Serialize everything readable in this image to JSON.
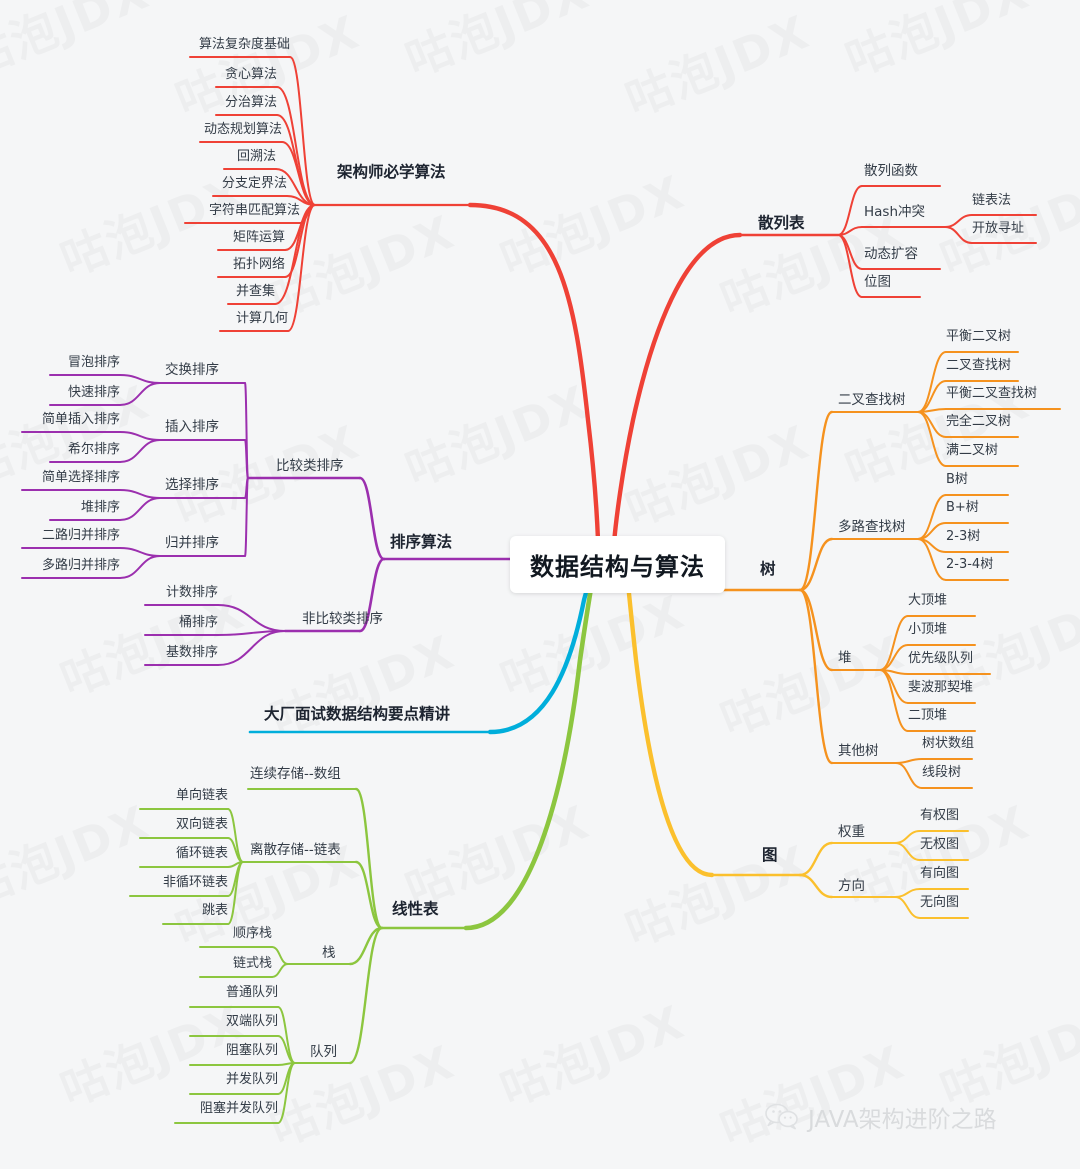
{
  "title": "数据结构与算法",
  "watermark_text": "咕泡JDX",
  "footer": {
    "brand": "JAVA架构进阶之路",
    "icon": "wechat-icon"
  },
  "colors": {
    "red": "#EF4136",
    "purple": "#9B2FAE",
    "cyan": "#00AEDB",
    "green": "#8CC63F",
    "yellow": "#FBC02D",
    "orange": "#F5921E",
    "text": "#333c47",
    "background": "#f5f6f7"
  },
  "branches": [
    {
      "id": "architect-algorithms",
      "label": "架构师必学算法",
      "color": "#EF4136",
      "children": [
        {
          "label": "算法复杂度基础"
        },
        {
          "label": "贪心算法"
        },
        {
          "label": "分治算法"
        },
        {
          "label": "动态规划算法"
        },
        {
          "label": "回溯法"
        },
        {
          "label": "分支定界法"
        },
        {
          "label": "字符串匹配算法"
        },
        {
          "label": "矩阵运算"
        },
        {
          "label": "拓扑网络"
        },
        {
          "label": "并查集"
        },
        {
          "label": "计算几何"
        }
      ]
    },
    {
      "id": "sorting-algorithms",
      "label": "排序算法",
      "color": "#9B2FAE",
      "children": [
        {
          "label": "比较类排序",
          "children": [
            {
              "label": "交换排序",
              "children": [
                {
                  "label": "冒泡排序"
                },
                {
                  "label": "快速排序"
                }
              ]
            },
            {
              "label": "插入排序",
              "children": [
                {
                  "label": "简单插入排序"
                },
                {
                  "label": "希尔排序"
                }
              ]
            },
            {
              "label": "选择排序",
              "children": [
                {
                  "label": "简单选择排序"
                },
                {
                  "label": "堆排序"
                }
              ]
            },
            {
              "label": "归并排序",
              "children": [
                {
                  "label": "二路归并排序"
                },
                {
                  "label": "多路归并排序"
                }
              ]
            }
          ]
        },
        {
          "label": "非比较类排序",
          "children": [
            {
              "label": "计数排序"
            },
            {
              "label": "桶排序"
            },
            {
              "label": "基数排序"
            }
          ]
        }
      ]
    },
    {
      "id": "interview-essentials",
      "label": "大厂面试数据结构要点精讲",
      "color": "#00AEDB",
      "children": []
    },
    {
      "id": "linear-list",
      "label": "线性表",
      "color": "#8CC63F",
      "children": [
        {
          "label": "连续存储--数组"
        },
        {
          "label": "离散存储--链表",
          "children": [
            {
              "label": "单向链表"
            },
            {
              "label": "双向链表"
            },
            {
              "label": "循环链表"
            },
            {
              "label": "非循环链表"
            },
            {
              "label": "跳表"
            }
          ]
        },
        {
          "label": "栈",
          "children": [
            {
              "label": "顺序栈"
            },
            {
              "label": "链式栈"
            }
          ]
        },
        {
          "label": "队列",
          "children": [
            {
              "label": "普通队列"
            },
            {
              "label": "双端队列"
            },
            {
              "label": "阻塞队列"
            },
            {
              "label": "并发队列"
            },
            {
              "label": "阻塞并发队列"
            }
          ]
        }
      ]
    },
    {
      "id": "hash-table",
      "label": "散列表",
      "color": "#EF4136",
      "children": [
        {
          "label": "散列函数"
        },
        {
          "label": "Hash冲突",
          "children": [
            {
              "label": "链表法"
            },
            {
              "label": "开放寻址"
            }
          ]
        },
        {
          "label": "动态扩容"
        },
        {
          "label": "位图"
        }
      ]
    },
    {
      "id": "tree",
      "label": "树",
      "color": "#F5921E",
      "children": [
        {
          "label": "二叉查找树",
          "children": [
            {
              "label": "平衡二叉树"
            },
            {
              "label": "二叉查找树"
            },
            {
              "label": "平衡二叉查找树"
            },
            {
              "label": "完全二叉树"
            },
            {
              "label": "满二叉树"
            }
          ]
        },
        {
          "label": "多路查找树",
          "children": [
            {
              "label": "B树"
            },
            {
              "label": "B+树"
            },
            {
              "label": "2-3树"
            },
            {
              "label": "2-3-4树"
            }
          ]
        },
        {
          "label": "堆",
          "children": [
            {
              "label": "大顶堆"
            },
            {
              "label": "小顶堆"
            },
            {
              "label": "优先级队列"
            },
            {
              "label": "斐波那契堆"
            },
            {
              "label": "二顶堆"
            }
          ]
        },
        {
          "label": "其他树",
          "children": [
            {
              "label": "树状数组"
            },
            {
              "label": "线段树"
            }
          ]
        }
      ]
    },
    {
      "id": "graph",
      "label": "图",
      "color": "#FBC02D",
      "children": [
        {
          "label": "权重",
          "children": [
            {
              "label": "有权图"
            },
            {
              "label": "无权图"
            }
          ]
        },
        {
          "label": "方向",
          "children": [
            {
              "label": "有向图"
            },
            {
              "label": "无向图"
            }
          ]
        }
      ]
    }
  ]
}
